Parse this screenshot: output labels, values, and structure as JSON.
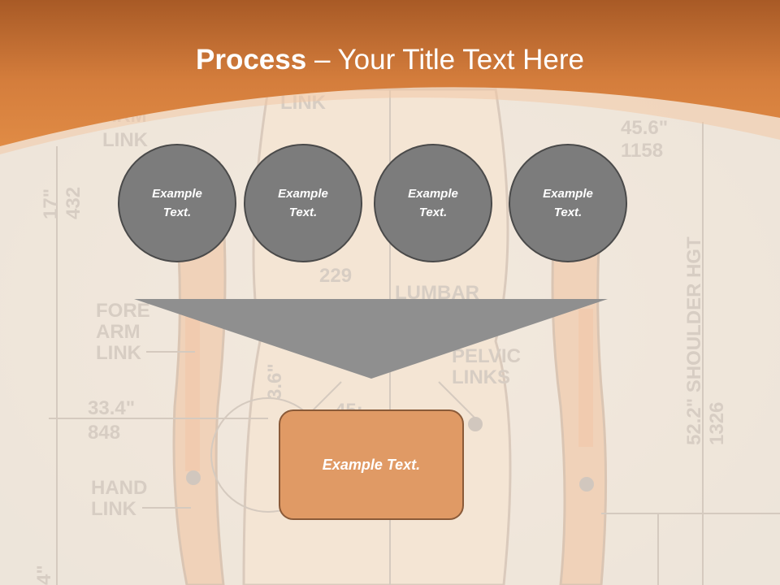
{
  "slide": {
    "title_bold": "Process",
    "title_rest": " – Your Title Text Here",
    "circles": [
      {
        "label": "Example Text."
      },
      {
        "label": "Example Text."
      },
      {
        "label": "Example Text."
      },
      {
        "label": "Example Text."
      }
    ],
    "result_label": "Example Text."
  },
  "colors": {
    "header_orange": "#d8813f",
    "circle_fill": "#7c7c7c",
    "funnel_fill": "#8f8f8f",
    "result_fill": "#e09a65"
  },
  "background": {
    "diagram_text": [
      "ARM LINK",
      "LINK",
      "45.6\"",
      "1158",
      "17\"",
      "432",
      "229",
      "LUMBAR",
      "FORE ARM LINK",
      "PELVIC LINKS",
      "3.6\"",
      "45:",
      "33.4\"",
      "848",
      "HAND LINK",
      "52.2\" SHOULDER HGT",
      "1326",
      "4\""
    ]
  }
}
